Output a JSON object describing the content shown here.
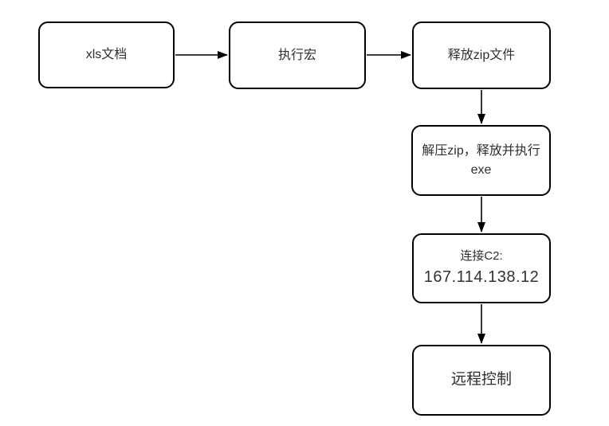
{
  "diagram": {
    "type": "flowchart",
    "background_color": "#ffffff",
    "stroke_color": "#000000",
    "text_color": "#2f2f2f",
    "nodes": [
      {
        "id": "xls",
        "lines": [
          "xls文档"
        ]
      },
      {
        "id": "macro",
        "lines": [
          "执行宏"
        ]
      },
      {
        "id": "zip",
        "lines": [
          "释放zip文件"
        ]
      },
      {
        "id": "exe",
        "lines": [
          "解压zip，释放并执行",
          "exe"
        ]
      },
      {
        "id": "c2",
        "lines": [
          "连接C2:",
          "167.114.138.12"
        ]
      },
      {
        "id": "remote",
        "lines": [
          "远程控制"
        ]
      }
    ],
    "edges": [
      {
        "from": "xls",
        "to": "macro",
        "direction": "right"
      },
      {
        "from": "macro",
        "to": "zip",
        "direction": "right"
      },
      {
        "from": "zip",
        "to": "exe",
        "direction": "down"
      },
      {
        "from": "exe",
        "to": "c2",
        "direction": "down"
      },
      {
        "from": "c2",
        "to": "remote",
        "direction": "down"
      }
    ]
  }
}
